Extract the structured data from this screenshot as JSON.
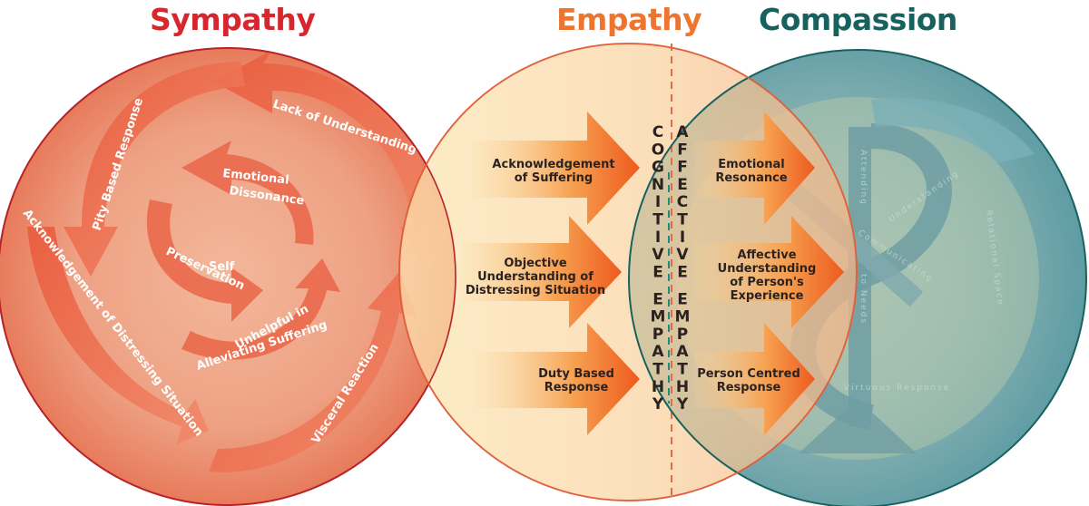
{
  "titles": {
    "sympathy": "Sympathy",
    "empathy": "Empathy",
    "compassion": "Compassion"
  },
  "sympathy": {
    "outer_arrows": [
      "Lack of Understanding",
      "Pity Based Response",
      "Acknowledgement of Distressing Situation",
      "Visceral Reaction"
    ],
    "inner_arrows": [
      [
        "Emotional",
        "Dissonance"
      ],
      [
        "Self",
        "Preservation"
      ],
      [
        "Unhelpful in",
        "Alleviating Suffering"
      ]
    ]
  },
  "empathy": {
    "cognitive_arrows": [
      [
        "Acknowledgement",
        "of Suffering"
      ],
      [
        "Objective",
        "Understanding of",
        "Distressing Situation"
      ],
      [
        "Duty Based",
        "Response"
      ]
    ],
    "affective_arrows": [
      [
        "Emotional",
        "Resonance"
      ],
      [
        "Affective",
        "Understanding",
        "of Person's",
        "Experience"
      ],
      [
        "Person Centred",
        "Response"
      ]
    ],
    "cognitive_label": [
      "COGNITIVE",
      "EMPATHY"
    ],
    "affective_label": [
      "AFFECTIVE",
      "EMPATHY"
    ]
  },
  "compassion": {
    "ghost_labels": [
      "Attending",
      "to Needs",
      "Understanding",
      "Communicating",
      "Relational Space",
      "Virtuous Response"
    ]
  },
  "colors": {
    "sympathy_red": "#d7262e",
    "empathy_orange": "#ee7530",
    "compassion_teal": "#17615f"
  }
}
